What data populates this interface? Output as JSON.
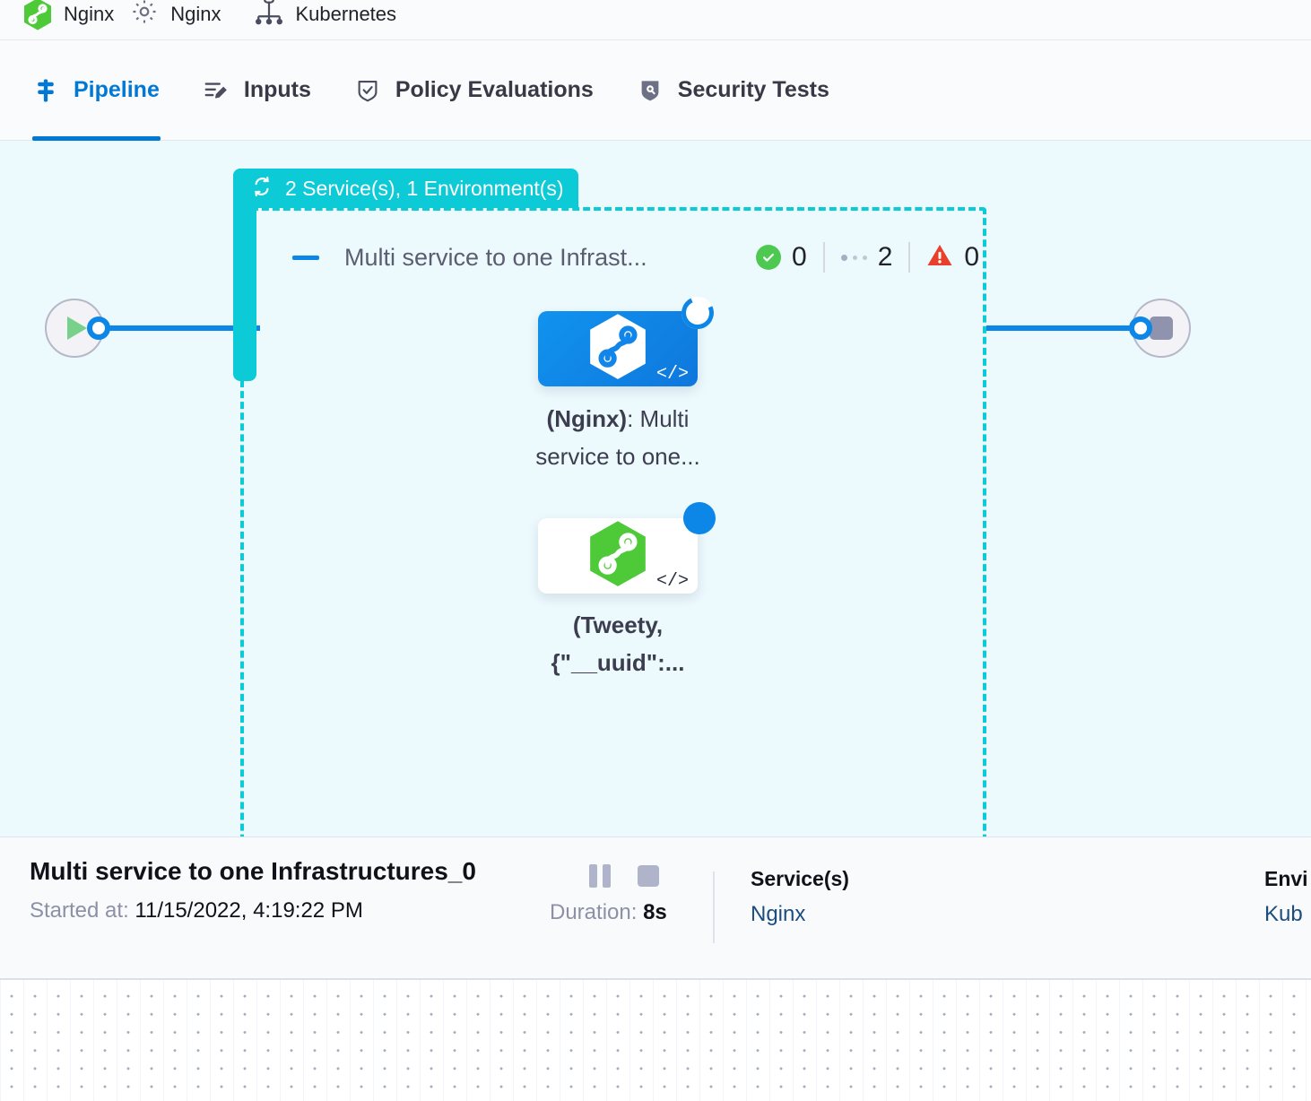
{
  "breadcrumb": {
    "items": [
      {
        "label": "Nginx",
        "icon": "gear-icon"
      },
      {
        "label": "Kubernetes",
        "icon": "kubernetes-icon"
      }
    ]
  },
  "tabs": [
    {
      "id": "pipeline",
      "label": "Pipeline",
      "icon": "pipeline-icon",
      "active": true
    },
    {
      "id": "inputs",
      "label": "Inputs",
      "icon": "inputs-icon",
      "active": false
    },
    {
      "id": "policy-evaluations",
      "label": "Policy Evaluations",
      "icon": "shield-check-icon",
      "active": false
    },
    {
      "id": "security-tests",
      "label": "Security Tests",
      "icon": "shield-security-icon",
      "active": false
    }
  ],
  "canvas": {
    "group_badge": {
      "icon": "loop-repeat-icon",
      "label": "2 Service(s), 1 Environment(s)"
    },
    "stage": {
      "collapse_icon": "minus-icon",
      "title": "Multi service to one Infrast...",
      "status": {
        "success_icon": "check-circle-icon",
        "success_count": "0",
        "pending_icon": "dots-icon",
        "pending_count": "2",
        "error_icon": "warning-triangle-icon",
        "error_count": "0"
      }
    },
    "nodes": [
      {
        "id": "nginx-node",
        "icon": "harness-hexagon-blue-icon",
        "code_glyph": "</>",
        "badge_icon": "spinner-running-icon",
        "label_bold": "(Nginx)",
        "label_rest": ": Multi service to one..."
      },
      {
        "id": "tweety-node",
        "icon": "harness-hexagon-green-icon",
        "code_glyph": "</>",
        "badge_icon": "spinner-running-icon",
        "label_bold": "(Tweety, {\"__uuid\":...",
        "label_rest": ""
      }
    ],
    "start_node": {
      "icon": "play-icon"
    },
    "end_node": {
      "icon": "stop-icon"
    }
  },
  "detail": {
    "title": "Multi service to one Infrastructures_0",
    "started_label": "Started at:",
    "started_value": "11/15/2022, 4:19:22 PM",
    "pause_icon": "pause-icon",
    "stop_icon": "stop-icon",
    "duration_label": "Duration:",
    "duration_value": "8s",
    "services": {
      "header": "Service(s)",
      "value": "Nginx"
    },
    "environments": {
      "header": "Envi",
      "value": "Kub"
    }
  },
  "colors": {
    "accent_blue": "#0278d5",
    "link_blue": "#0c87e8",
    "teal": "#0ccbd7",
    "canvas_bg": "#ecf9fd",
    "success_green": "#4dc952",
    "error_red": "#e8402a",
    "node_green": "#4ec938"
  }
}
